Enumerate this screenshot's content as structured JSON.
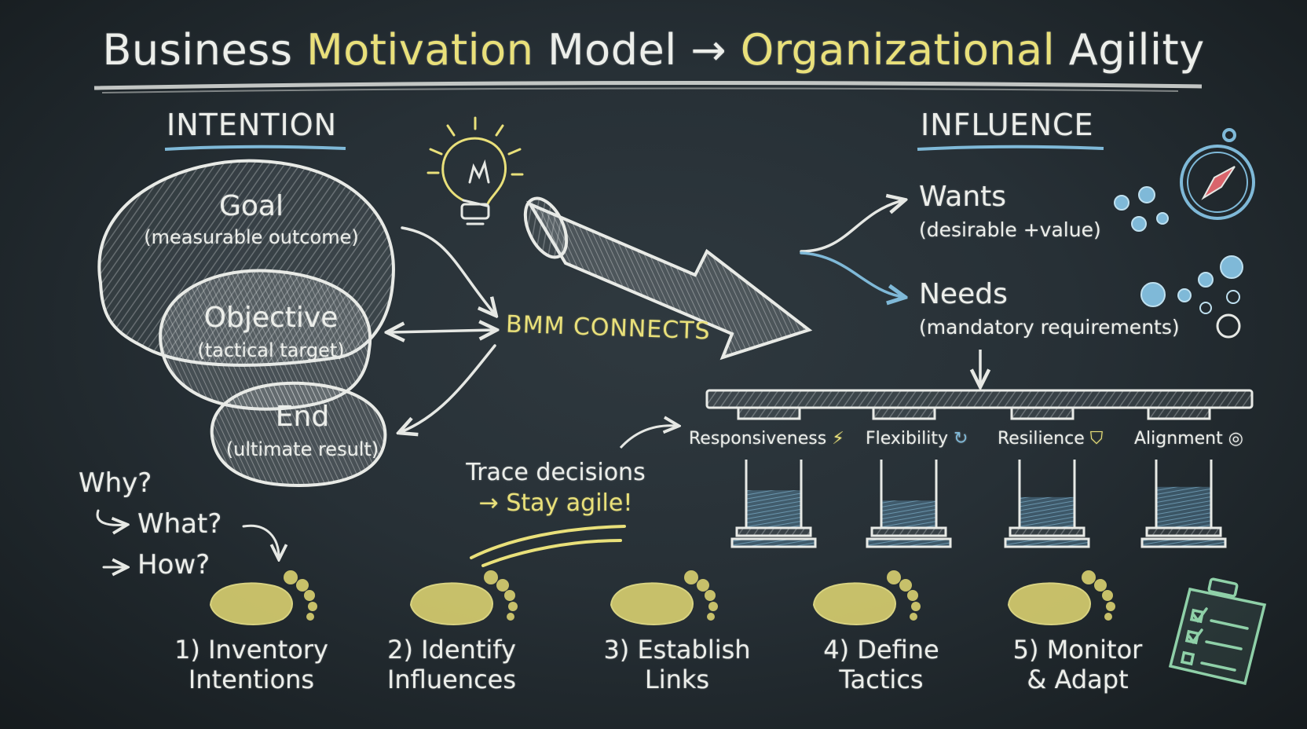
{
  "title": {
    "part1": "Business ",
    "part2": "Motivation",
    "part3": " Model → ",
    "part4": "Organizational",
    "part5": " Agility"
  },
  "intention": {
    "header": "INTENTION",
    "goal": {
      "name": "Goal",
      "sub": "(measurable outcome)"
    },
    "objective": {
      "name": "Objective",
      "sub": "(tactical target)"
    },
    "end": {
      "name": "End",
      "sub": "(ultimate result)"
    }
  },
  "center": {
    "connects": "BMM CONNECTS"
  },
  "influence": {
    "header": "INFLUENCE",
    "wants": {
      "name": "Wants",
      "sub": "(desirable +value)"
    },
    "needs": {
      "name": "Needs",
      "sub": "(mandatory requirements)"
    }
  },
  "agility": [
    {
      "label": "Responsiveness",
      "icon": "lightning-icon",
      "level": 0.55
    },
    {
      "label": "Flexibility",
      "icon": "refresh-icon",
      "level": 0.4
    },
    {
      "label": "Resilience",
      "icon": "shield-icon",
      "level": 0.45
    },
    {
      "label": "Alignment",
      "icon": "target-icon",
      "level": 0.6
    }
  ],
  "questions": {
    "why": "Why?",
    "what": "What?",
    "how": "How?"
  },
  "trace": {
    "line1": "Trace decisions",
    "line2": "Stay agile!"
  },
  "steps": [
    {
      "line1": "1) Inventory",
      "line2": "Intentions"
    },
    {
      "line1": "2) Identify",
      "line2": "Influences"
    },
    {
      "line1": "3) Establish",
      "line2": "Links"
    },
    {
      "line1": "4) Define",
      "line2": "Tactics"
    },
    {
      "line1": "5) Monitor",
      "line2": "& Adapt"
    }
  ],
  "colors": {
    "board": "#273036",
    "chalk": "#eceeea",
    "yellow": "#e9e07a",
    "blue": "#7fb9d8"
  },
  "icons": [
    "lightbulb-icon",
    "compass-icon",
    "clipboard-checklist-icon",
    "footprint-icon"
  ]
}
